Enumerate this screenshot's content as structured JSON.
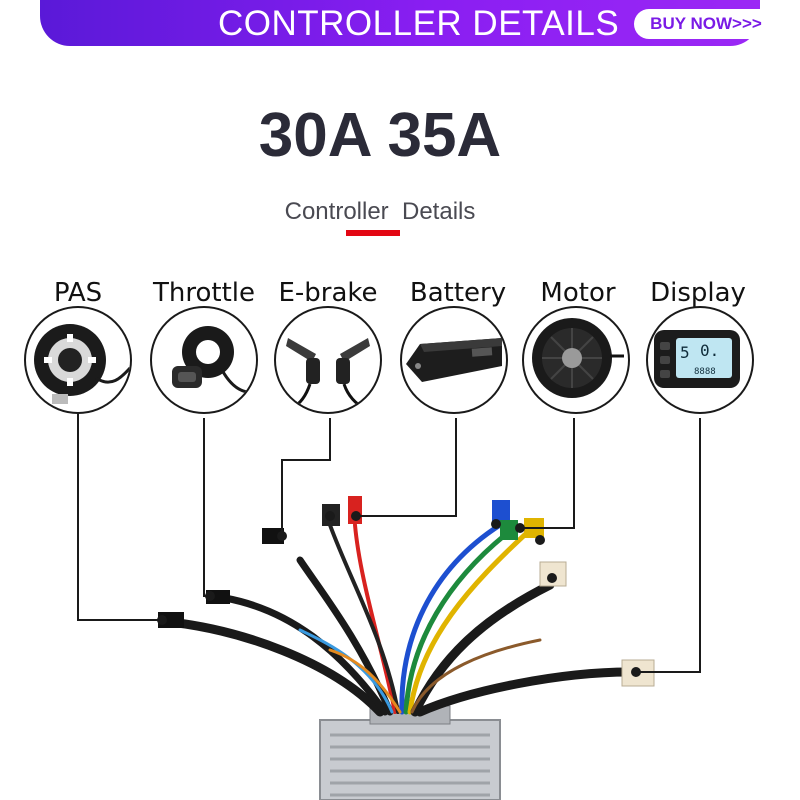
{
  "banner": {
    "title": "CONTROLLER DETAILS",
    "buy_button": "BUY NOW>>>"
  },
  "heading": {
    "title": "30A 35A",
    "subtitle": "Controller  Details"
  },
  "components": [
    {
      "label": "PAS",
      "icon": "pas-sensor-icon"
    },
    {
      "label": "Throttle",
      "icon": "throttle-icon"
    },
    {
      "label": "E-brake",
      "icon": "ebrake-lever-icon"
    },
    {
      "label": "Battery",
      "icon": "battery-pack-icon"
    },
    {
      "label": "Motor",
      "icon": "hub-motor-icon"
    },
    {
      "label": "Display",
      "icon": "lcd-display-icon"
    }
  ],
  "display_readout": {
    "speed": "0.",
    "level": "5",
    "odometer": "8888"
  },
  "colors": {
    "banner_start": "#5a19d8",
    "banner_end": "#9b28f5",
    "accent_red": "#e30613",
    "controller_silver": "#c8cbd0"
  }
}
